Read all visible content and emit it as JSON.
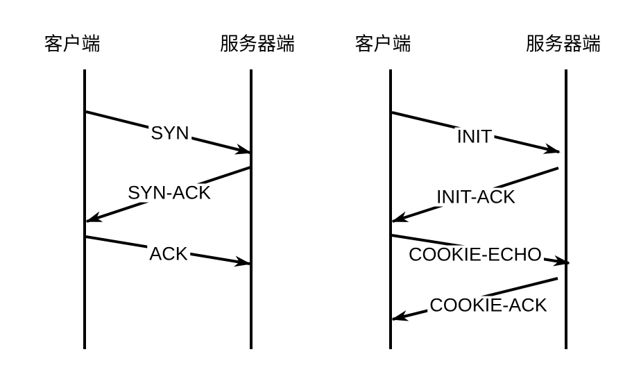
{
  "colors": {
    "line": "#000000",
    "background": "#ffffff"
  },
  "diagrams": [
    {
      "actors": [
        {
          "label": "客户端"
        },
        {
          "label": "服务器端"
        }
      ],
      "messages": [
        {
          "label": "SYN",
          "from": "client",
          "to": "server"
        },
        {
          "label": "SYN-ACK",
          "from": "server",
          "to": "client"
        },
        {
          "label": "ACK",
          "from": "client",
          "to": "server"
        }
      ]
    },
    {
      "actors": [
        {
          "label": "客户端"
        },
        {
          "label": "服务器端"
        }
      ],
      "messages": [
        {
          "label": "INIT",
          "from": "client",
          "to": "server"
        },
        {
          "label": "INIT-ACK",
          "from": "server",
          "to": "client"
        },
        {
          "label": "COOKIE-ECHO",
          "from": "client",
          "to": "server"
        },
        {
          "label": "COOKIE-ACK",
          "from": "server",
          "to": "client"
        }
      ]
    }
  ]
}
